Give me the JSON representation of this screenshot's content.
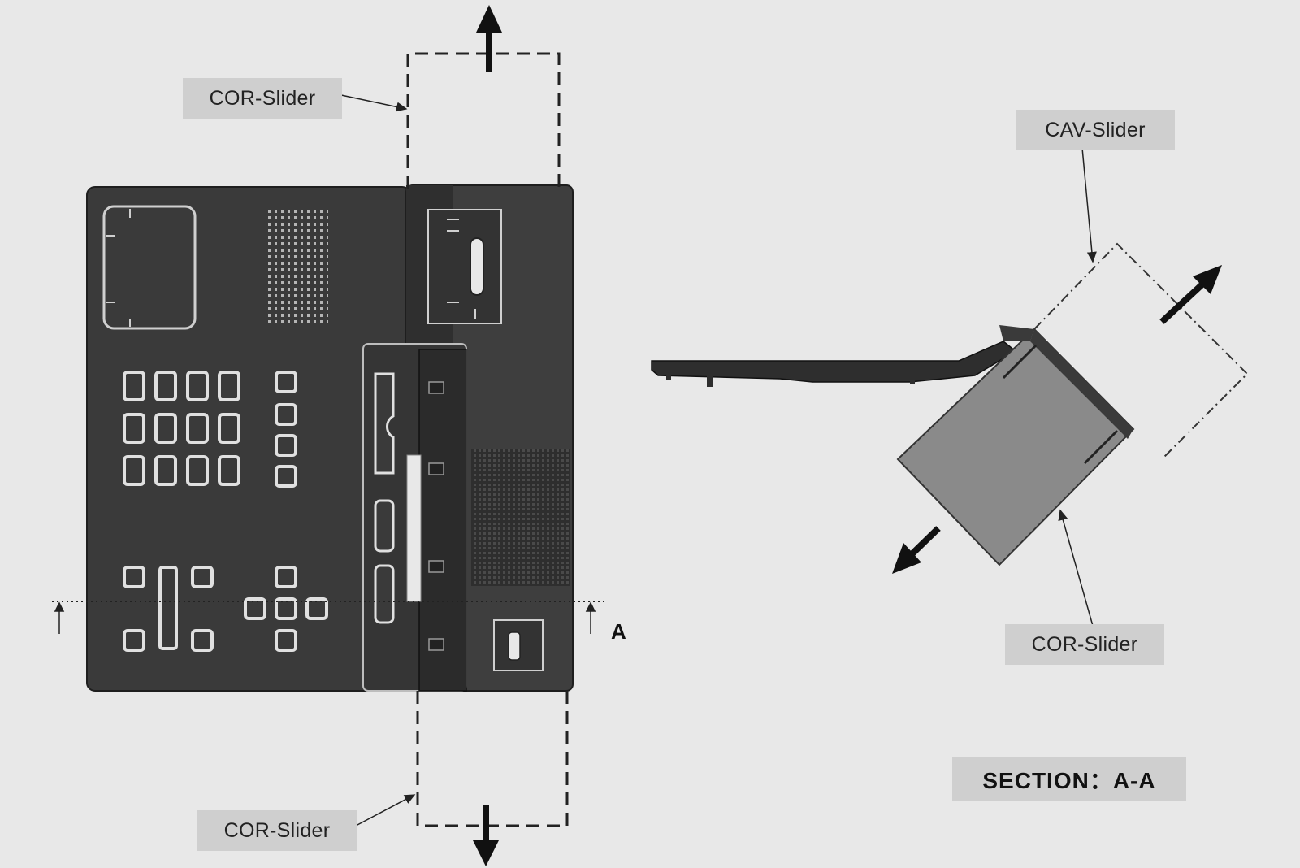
{
  "labels": {
    "cor_slider_top": "COR-Slider",
    "cor_slider_bottom": "COR-Slider",
    "cav_slider": "CAV-Slider",
    "cor_slider_section": "COR-Slider",
    "section_marker": "A",
    "section_title": "SECTION：A-A"
  },
  "colors": {
    "background": "#e8e8e8",
    "part_dark": "#3a3a3a",
    "part_light": "#c9c9c9",
    "label_bg": "#cfcfcf",
    "line": "#222222",
    "section_part": "#8a8a8a"
  },
  "icons": [
    "arrow-up-icon",
    "arrow-down-icon",
    "arrow-diagonal-up-icon",
    "arrow-diagonal-down-icon"
  ]
}
